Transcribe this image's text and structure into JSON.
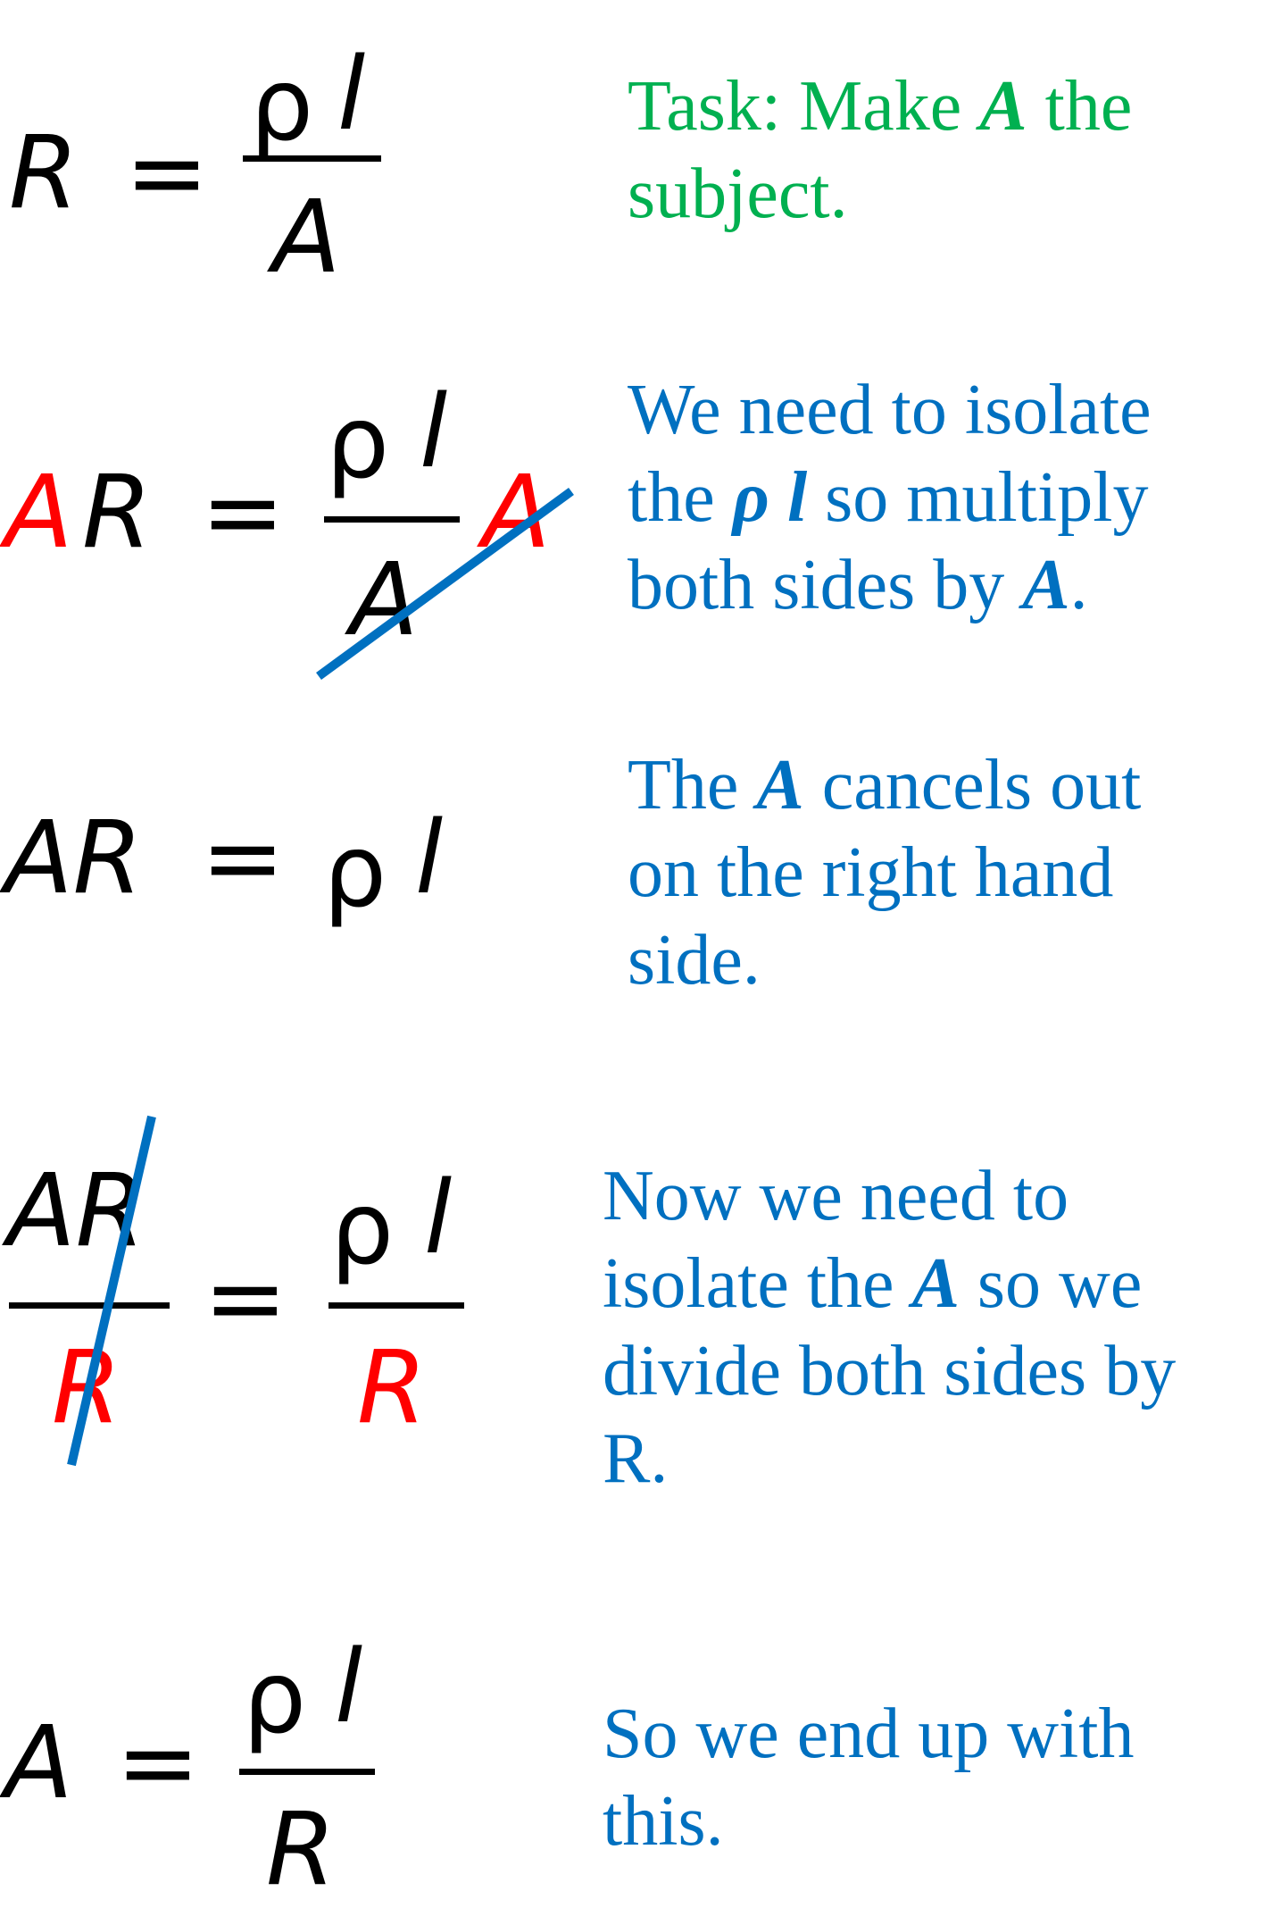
{
  "step1": {
    "lhs": "R",
    "equals": "=",
    "num_rho": "ρ",
    "num_l": "l",
    "den": "A",
    "note": {
      "prefix": "Task: Make ",
      "emph": "A",
      "suffix": " the subject."
    }
  },
  "step2": {
    "lhs_red": "A",
    "lhs": "R",
    "equals": "=",
    "num_rho": "ρ",
    "num_l": "l",
    "den": "A",
    "mult_red": "A",
    "note": {
      "p1": "We need to isolate the ",
      "emph1": "ρ l",
      "p2": " so multiply both sides by ",
      "emph2": "A",
      "p3": "."
    }
  },
  "step3": {
    "lhs": "AR",
    "equals": "=",
    "rho": "ρ",
    "l": "l",
    "note": {
      "p1": "The ",
      "emph": "A",
      "p2": " cancels out on the right hand side."
    }
  },
  "step4": {
    "left_num": "AR",
    "left_den_red": "R",
    "equals": "=",
    "num_rho": "ρ",
    "num_l": "l",
    "right_den_red": "R",
    "note": {
      "p1": "Now we need to isolate the ",
      "emph": "A",
      "p2": " so we divide both sides by R."
    }
  },
  "step5": {
    "lhs": "A",
    "equals": "=",
    "num_rho": "ρ",
    "num_l": "l",
    "den": "R",
    "note": {
      "text": "So we end up with this."
    }
  },
  "colors": {
    "note_blue": "#0070c0",
    "task_green": "#00b050",
    "highlight_red": "#ff0000",
    "strike_blue": "#0070c0"
  }
}
